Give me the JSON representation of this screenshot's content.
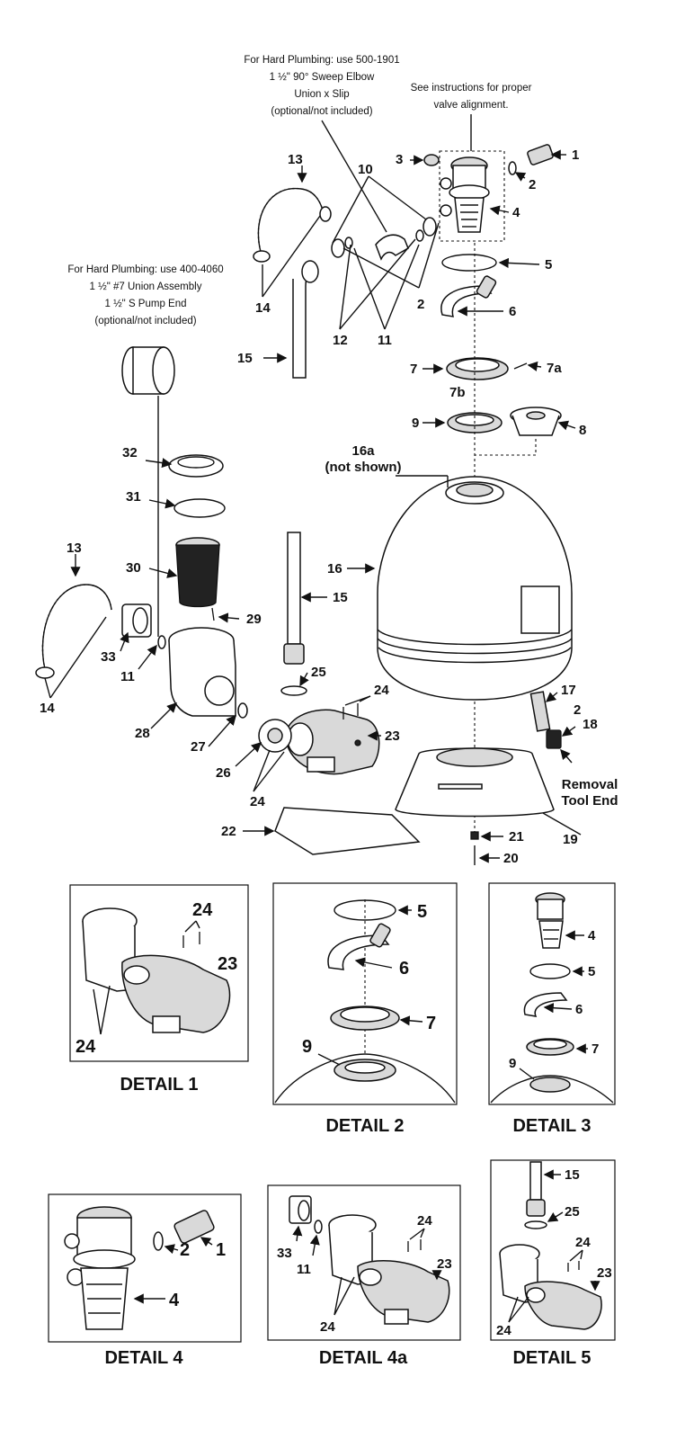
{
  "notes": {
    "hard_plumbing_top": [
      "For Hard Plumbing: use 500-1901",
      "1 ½\" 90° Sweep Elbow",
      "Union x Slip",
      "(optional/not included)"
    ],
    "valve_alignment": [
      "See instructions for proper",
      "valve alignment."
    ],
    "hard_plumbing_left": [
      "For Hard Plumbing: use 400-4060",
      "1 ½\" #7 Union Assembly",
      "1 ½\" S Pump End",
      "(optional/not included)"
    ],
    "tank_16a": [
      "16a",
      "(not shown)"
    ],
    "removal_tool": [
      "Removal",
      "Tool End"
    ]
  },
  "labels": {
    "n1": "1",
    "n2": "2",
    "n3": "3",
    "n4": "4",
    "n5": "5",
    "n6": "6",
    "n7": "7",
    "n7a": "7a",
    "n7b": "7b",
    "n8": "8",
    "n9": "9",
    "n10": "10",
    "n11": "11",
    "n12": "12",
    "n13": "13",
    "n14": "14",
    "n15": "15",
    "n16": "16",
    "n17": "17",
    "n18": "18",
    "n19": "19",
    "n20": "20",
    "n21": "21",
    "n22": "22",
    "n23": "23",
    "n24": "24",
    "n25": "25",
    "n26": "26",
    "n27": "27",
    "n28": "28",
    "n29": "29",
    "n30": "30",
    "n31": "31",
    "n32": "32",
    "n33": "33"
  },
  "details": {
    "d1": "DETAIL 1",
    "d2": "DETAIL 2",
    "d3": "DETAIL 3",
    "d4": "DETAIL 4",
    "d4a": "DETAIL 4a",
    "d5": "DETAIL 5"
  }
}
